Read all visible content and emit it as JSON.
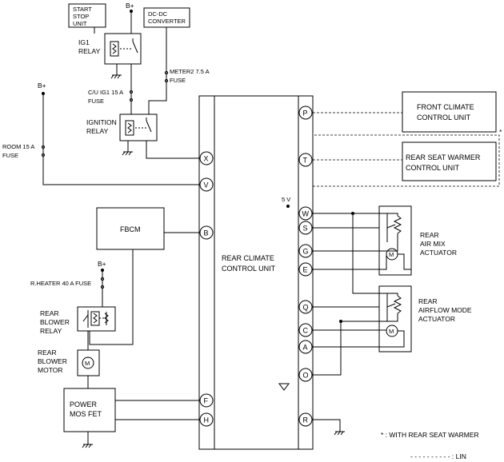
{
  "labels": {
    "start_stop_unit": [
      "START",
      "STOP",
      "UNIT"
    ],
    "b_plus": "B+",
    "dcdc_converter": [
      "DC-DC",
      "CONVERTER"
    ],
    "ig1_relay": [
      "IG1",
      "RELAY"
    ],
    "meter2_fuse": [
      "METER2 7.5 A",
      "FUSE"
    ],
    "cu_ig1_fuse": [
      "C/U IG1 15 A",
      "FUSE"
    ],
    "ignition_relay": [
      "IGNITION",
      "RELAY"
    ],
    "room_fuse": [
      "ROOM 15 A",
      "FUSE"
    ],
    "fbcm": "FBCM",
    "rheater_fuse": "R.HEATER 40 A FUSE",
    "rear_blower_relay": [
      "REAR",
      "BLOWER",
      "RELAY"
    ],
    "rear_blower_motor": [
      "REAR",
      "BLOWER",
      "MOTOR"
    ],
    "power_mos_fet": [
      "POWER",
      "MOS FET"
    ],
    "rear_climate_control_unit": [
      "REAR CLIMATE",
      "CONTROL UNIT"
    ],
    "front_climate_control_unit": [
      "FRONT CLIMATE",
      "CONTROL UNIT"
    ],
    "rear_seat_warmer_control_unit": [
      "REAR SEAT WARMER",
      "CONTROL UNIT"
    ],
    "five_v": "5 V",
    "rear_air_mix_actuator": [
      "REAR",
      "AIR MIX",
      "ACTUATOR"
    ],
    "rear_airflow_mode_actuator": [
      "REAR",
      "AIRFLOW MODE",
      "ACTUATOR"
    ],
    "motor_symbol": "M",
    "asterisk": "*",
    "footnote_with_seat_warmer": "* : WITH REAR SEAT WARMER",
    "footnote_lin": "- - - - - - - - - - : LIN"
  },
  "pins": {
    "left": [
      "X",
      "V",
      "B",
      "F",
      "H"
    ],
    "right": [
      "P",
      "T",
      "W",
      "S",
      "G",
      "E",
      "Q",
      "C",
      "A",
      "O",
      "R"
    ]
  },
  "connections": [
    {
      "from": "REAR CLIMATE CONTROL UNIT pin P",
      "to": "FRONT CLIMATE CONTROL UNIT",
      "type": "LIN"
    },
    {
      "from": "REAR CLIMATE CONTROL UNIT pin T",
      "to": "REAR SEAT WARMER CONTROL UNIT",
      "type": "LIN"
    },
    {
      "from": "IGNITION RELAY",
      "to": "REAR CLIMATE CONTROL UNIT pin X",
      "type": "wire"
    },
    {
      "from": "ROOM 15 A FUSE",
      "to": "REAR CLIMATE CONTROL UNIT pin V",
      "type": "wire"
    },
    {
      "from": "FBCM",
      "to": "REAR CLIMATE CONTROL UNIT pin B",
      "type": "wire"
    },
    {
      "from": "POWER MOS FET",
      "to": "REAR CLIMATE CONTROL UNIT pin F",
      "type": "wire"
    },
    {
      "from": "POWER MOS FET",
      "to": "REAR CLIMATE CONTROL UNIT pin H",
      "type": "wire"
    },
    {
      "from": "REAR AIR MIX ACTUATOR",
      "to": "REAR CLIMATE CONTROL UNIT pins W S G E",
      "type": "wire"
    },
    {
      "from": "REAR AIRFLOW MODE ACTUATOR",
      "to": "REAR CLIMATE CONTROL UNIT pins Q C A",
      "type": "wire"
    }
  ]
}
